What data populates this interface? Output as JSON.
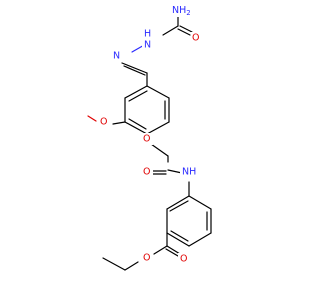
{
  "molecule": {
    "atoms": {
      "nh2": "NH",
      "nh2_sub": "2",
      "o_carbamoyl": "O",
      "nh_hydrazide": "N",
      "nh_hydrazide_h": "H",
      "n_imine": "N",
      "o_methoxy": "O",
      "o_ether": "O",
      "o_amide": "O",
      "nh_amide": "NH",
      "o_ester_carbonyl": "O",
      "o_ester": "O"
    },
    "colors": {
      "carbon": "#000000",
      "nitrogen": "#2a2aff",
      "oxygen": "#e00000",
      "background": "#ffffff"
    }
  }
}
